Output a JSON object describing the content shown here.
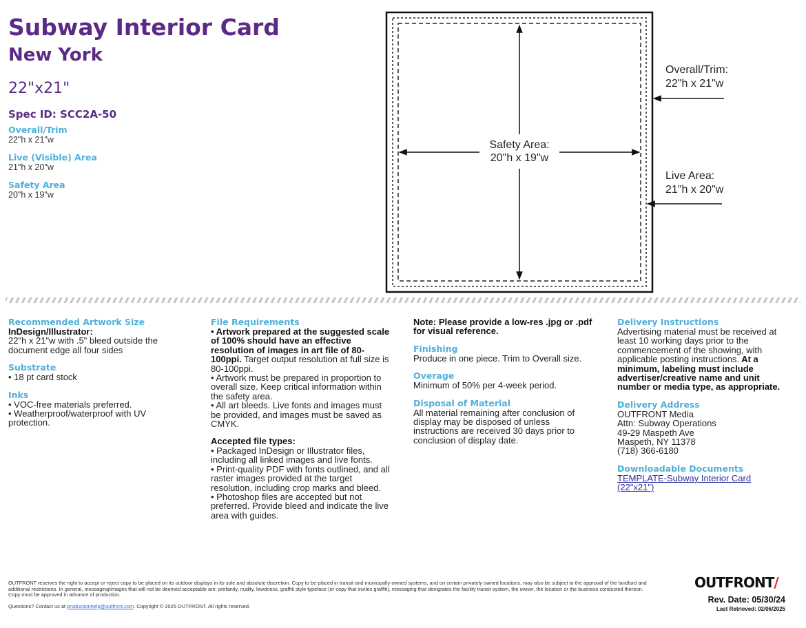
{
  "header": {
    "title": "Subway Interior Card",
    "subtitle": "New York",
    "size": "22\"x21\"",
    "spec_id": "Spec ID: SCC2A-50"
  },
  "dims": [
    {
      "label": "Overall/Trim",
      "value": "22\"h x 21\"w"
    },
    {
      "label": "Live (Visible) Area",
      "value": "21\"h x 20\"w"
    },
    {
      "label": "Safety Area",
      "value": "20\"h x 19\"w"
    }
  ],
  "diagram": {
    "safety_label": "Safety Area:",
    "safety_value": "20\"h x 19\"w",
    "trim_label": "Overall/Trim:",
    "trim_value": "22\"h x 21\"w",
    "live_label": "Live Area:",
    "live_value": "21\"h x 20\"w"
  },
  "col1": {
    "artwork_h": "Recommended Artwork Size",
    "artwork_b": "InDesign/Illustrator:",
    "artwork_v": "22\"h x 21\"w with .5\" bleed outside the document edge all four sides",
    "substrate_h": "Substrate",
    "substrate_v": "• 18 pt card stock",
    "inks_h": "Inks",
    "inks_1": "• VOC-free materials preferred.",
    "inks_2": "• Weatherproof/waterproof with UV protection."
  },
  "col2": {
    "file_h": "File Requirements",
    "file_1b": "• Artwork prepared at the suggested scale of 100% should have an effective resolution of images in art file of 80-100ppi.",
    "file_1": " Target output resolution at full size is 80-100ppi.",
    "file_2": "• Artwork must be prepared in proportion to overall size. Keep critical information within the safety area.",
    "file_3": "• All art bleeds. Live fonts and images must be provided, and images must be saved as CMYK.",
    "accepted_h": "Accepted file types:",
    "acc_1": "• Packaged InDesign or Illustrator files, including all linked images and live fonts.",
    "acc_2": "• Print-quality PDF with fonts outlined, and all raster images provided at the target resolution, including crop marks and bleed.",
    "acc_3": "• Photoshop files are accepted but not preferred. Provide bleed and indicate the live area with guides."
  },
  "col3": {
    "note": "Note: Please provide a low-res .jpg or .pdf for visual reference.",
    "finishing_h": "Finishing",
    "finishing_v": "Produce in one piece. Trim to Overall size.",
    "overage_h": "Overage",
    "overage_v": "Minimum of 50% per 4-week period.",
    "disposal_h": "Disposal of Material",
    "disposal_v": "All material remaining after conclusion of display may be disposed of unless instructions are received 30 days prior to conclusion of display date."
  },
  "col4": {
    "delivery_h": "Delivery Instructions",
    "delivery_v": "Advertising material must be received at least 10 working days prior to the commencement of the showing, with applicable posting instructions.",
    "delivery_b": " At a minimum, labeling must include advertiser/creative name and unit number or media type, as appropriate.",
    "address_h": "Delivery Address",
    "address": [
      "OUTFRONT Media",
      "Attn: Subway Operations",
      "49-29 Maspeth Ave",
      "Maspeth, NY 11378",
      "(718) 366-6180"
    ],
    "docs_h": "Downloadable Documents",
    "docs_link": "TEMPLATE-Subway Interior Card (22\"x21\")"
  },
  "footer": {
    "legal": "OUTFRONT reserves the right to accept or reject copy to be placed on its outdoor displays in its sole and absolute discretion. Copy to be placed in transit and municipally-owned systems, and on certain privately owned locations, may also be subject to the approval of the landlord and additional restrictions. In general, messaging/images that will not be deemed acceptable are: profanity, nudity, lewdness, graffiti style typeface (or copy that invites graffiti), messaging that denigrates the facility transit system, the owner, the location or the business conducted thereon. Copy must be approved in advance of production.",
    "contact_pre": "Questions? Contact us at",
    "contact_email": "productionhelp@outfront.com",
    "contact_post": ". Copyright ©  2025 OUTFRONT. All rights reserved.",
    "logo": "OUTFRONT",
    "logo_slash": "/",
    "rev_date": "Rev. Date: 05/30/24",
    "last_retrieved": "Last Retrieved: 02/06/2025"
  }
}
